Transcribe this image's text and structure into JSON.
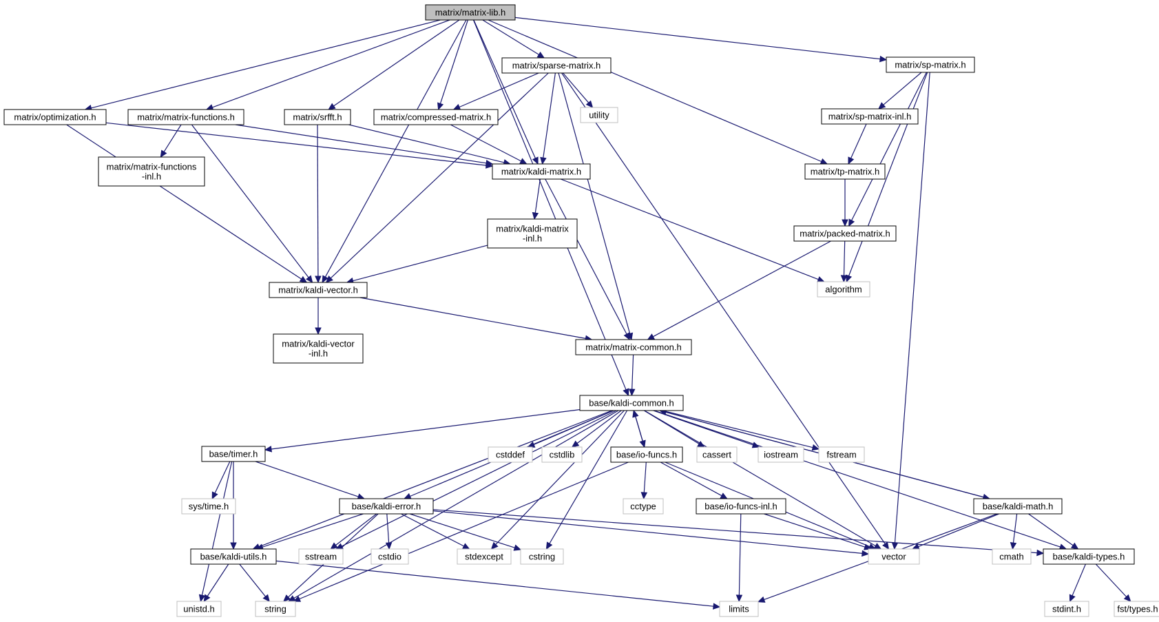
{
  "diagram": {
    "type": "include-dependency-graph",
    "colors": {
      "root_fill": "#bfbfbf",
      "node_fill": "#ffffff",
      "node_stroke": "#000000",
      "external_stroke": "#bfbfbf",
      "edge": "#191970"
    },
    "nodes": [
      {
        "id": "matrix_lib",
        "lines": [
          "matrix/matrix-lib.h"
        ],
        "kind": "root"
      },
      {
        "id": "sparse_matrix",
        "lines": [
          "matrix/sparse-matrix.h"
        ],
        "kind": "file"
      },
      {
        "id": "sp_matrix",
        "lines": [
          "matrix/sp-matrix.h"
        ],
        "kind": "file"
      },
      {
        "id": "optimization",
        "lines": [
          "matrix/optimization.h"
        ],
        "kind": "file"
      },
      {
        "id": "matrix_functions",
        "lines": [
          "matrix/matrix-functions.h"
        ],
        "kind": "file"
      },
      {
        "id": "srfft",
        "lines": [
          "matrix/srfft.h"
        ],
        "kind": "file"
      },
      {
        "id": "compressed_matrix",
        "lines": [
          "matrix/compressed-matrix.h"
        ],
        "kind": "file"
      },
      {
        "id": "utility",
        "lines": [
          "utility"
        ],
        "kind": "external"
      },
      {
        "id": "sp_matrix_inl",
        "lines": [
          "matrix/sp-matrix-inl.h"
        ],
        "kind": "file"
      },
      {
        "id": "matrix_functions_inl",
        "lines": [
          "matrix/matrix-functions",
          "-inl.h"
        ],
        "kind": "file"
      },
      {
        "id": "kaldi_matrix",
        "lines": [
          "matrix/kaldi-matrix.h"
        ],
        "kind": "file"
      },
      {
        "id": "tp_matrix",
        "lines": [
          "matrix/tp-matrix.h"
        ],
        "kind": "file"
      },
      {
        "id": "kaldi_matrix_inl",
        "lines": [
          "matrix/kaldi-matrix",
          "-inl.h"
        ],
        "kind": "file"
      },
      {
        "id": "packed_matrix",
        "lines": [
          "matrix/packed-matrix.h"
        ],
        "kind": "file"
      },
      {
        "id": "kaldi_vector",
        "lines": [
          "matrix/kaldi-vector.h"
        ],
        "kind": "file"
      },
      {
        "id": "algorithm",
        "lines": [
          "algorithm"
        ],
        "kind": "external"
      },
      {
        "id": "kaldi_vector_inl",
        "lines": [
          "matrix/kaldi-vector",
          "-inl.h"
        ],
        "kind": "file"
      },
      {
        "id": "matrix_common",
        "lines": [
          "matrix/matrix-common.h"
        ],
        "kind": "file"
      },
      {
        "id": "kaldi_common",
        "lines": [
          "base/kaldi-common.h"
        ],
        "kind": "file"
      },
      {
        "id": "timer",
        "lines": [
          "base/timer.h"
        ],
        "kind": "file"
      },
      {
        "id": "cstddef",
        "lines": [
          "cstddef"
        ],
        "kind": "external"
      },
      {
        "id": "cstdlib",
        "lines": [
          "cstdlib"
        ],
        "kind": "external"
      },
      {
        "id": "io_funcs",
        "lines": [
          "base/io-funcs.h"
        ],
        "kind": "file"
      },
      {
        "id": "cassert",
        "lines": [
          "cassert"
        ],
        "kind": "external"
      },
      {
        "id": "iostream",
        "lines": [
          "iostream"
        ],
        "kind": "external"
      },
      {
        "id": "fstream",
        "lines": [
          "fstream"
        ],
        "kind": "external"
      },
      {
        "id": "cctype",
        "lines": [
          "cctype"
        ],
        "kind": "external"
      },
      {
        "id": "sys_time",
        "lines": [
          "sys/time.h"
        ],
        "kind": "external"
      },
      {
        "id": "kaldi_error",
        "lines": [
          "base/kaldi-error.h"
        ],
        "kind": "file"
      },
      {
        "id": "io_funcs_inl",
        "lines": [
          "base/io-funcs-inl.h"
        ],
        "kind": "file"
      },
      {
        "id": "kaldi_math",
        "lines": [
          "base/kaldi-math.h"
        ],
        "kind": "file"
      },
      {
        "id": "kaldi_utils",
        "lines": [
          "base/kaldi-utils.h"
        ],
        "kind": "file"
      },
      {
        "id": "sstream",
        "lines": [
          "sstream"
        ],
        "kind": "external"
      },
      {
        "id": "cstdio",
        "lines": [
          "cstdio"
        ],
        "kind": "external"
      },
      {
        "id": "stdexcept",
        "lines": [
          "stdexcept"
        ],
        "kind": "external"
      },
      {
        "id": "cstring",
        "lines": [
          "cstring"
        ],
        "kind": "external"
      },
      {
        "id": "vector",
        "lines": [
          "vector"
        ],
        "kind": "external"
      },
      {
        "id": "cmath",
        "lines": [
          "cmath"
        ],
        "kind": "external"
      },
      {
        "id": "kaldi_types",
        "lines": [
          "base/kaldi-types.h"
        ],
        "kind": "file"
      },
      {
        "id": "unistd",
        "lines": [
          "unistd.h"
        ],
        "kind": "external"
      },
      {
        "id": "string",
        "lines": [
          "string"
        ],
        "kind": "external"
      },
      {
        "id": "limits",
        "lines": [
          "limits"
        ],
        "kind": "external"
      },
      {
        "id": "stdint",
        "lines": [
          "stdint.h"
        ],
        "kind": "external"
      },
      {
        "id": "fst_types",
        "lines": [
          "fst/types.h"
        ],
        "kind": "external"
      }
    ],
    "edges": [
      [
        "matrix_lib",
        "sparse_matrix"
      ],
      [
        "matrix_lib",
        "sp_matrix"
      ],
      [
        "matrix_lib",
        "optimization"
      ],
      [
        "matrix_lib",
        "matrix_functions"
      ],
      [
        "matrix_lib",
        "srfft"
      ],
      [
        "matrix_lib",
        "compressed_matrix"
      ],
      [
        "matrix_lib",
        "kaldi_matrix"
      ],
      [
        "matrix_lib",
        "tp_matrix"
      ],
      [
        "matrix_lib",
        "kaldi_vector"
      ],
      [
        "matrix_lib",
        "kaldi_common"
      ],
      [
        "sparse_matrix",
        "compressed_matrix"
      ],
      [
        "sparse_matrix",
        "utility"
      ],
      [
        "sparse_matrix",
        "kaldi_matrix"
      ],
      [
        "sparse_matrix",
        "kaldi_vector"
      ],
      [
        "sparse_matrix",
        "matrix_common"
      ],
      [
        "sparse_matrix",
        "vector"
      ],
      [
        "sp_matrix",
        "sp_matrix_inl"
      ],
      [
        "sp_matrix",
        "packed_matrix"
      ],
      [
        "sp_matrix",
        "algorithm"
      ],
      [
        "sp_matrix",
        "vector"
      ],
      [
        "optimization",
        "kaldi_matrix"
      ],
      [
        "optimization",
        "kaldi_vector"
      ],
      [
        "matrix_functions",
        "matrix_functions_inl"
      ],
      [
        "matrix_functions",
        "kaldi_matrix"
      ],
      [
        "matrix_functions",
        "kaldi_vector"
      ],
      [
        "srfft",
        "kaldi_matrix"
      ],
      [
        "srfft",
        "kaldi_vector"
      ],
      [
        "compressed_matrix",
        "kaldi_matrix"
      ],
      [
        "sp_matrix_inl",
        "tp_matrix"
      ],
      [
        "kaldi_matrix",
        "kaldi_matrix_inl"
      ],
      [
        "kaldi_matrix",
        "matrix_common"
      ],
      [
        "kaldi_matrix",
        "algorithm"
      ],
      [
        "tp_matrix",
        "packed_matrix"
      ],
      [
        "kaldi_matrix_inl",
        "kaldi_vector"
      ],
      [
        "packed_matrix",
        "algorithm"
      ],
      [
        "packed_matrix",
        "matrix_common"
      ],
      [
        "kaldi_vector",
        "kaldi_vector_inl"
      ],
      [
        "kaldi_vector",
        "matrix_common"
      ],
      [
        "matrix_common",
        "kaldi_common"
      ],
      [
        "kaldi_common",
        "timer"
      ],
      [
        "kaldi_common",
        "cstddef"
      ],
      [
        "kaldi_common",
        "cstdlib"
      ],
      [
        "kaldi_common",
        "io_funcs"
      ],
      [
        "kaldi_common",
        "cassert"
      ],
      [
        "kaldi_common",
        "iostream"
      ],
      [
        "kaldi_common",
        "fstream"
      ],
      [
        "kaldi_common",
        "kaldi_error"
      ],
      [
        "kaldi_common",
        "kaldi_math"
      ],
      [
        "kaldi_common",
        "kaldi_utils"
      ],
      [
        "kaldi_common",
        "sstream"
      ],
      [
        "kaldi_common",
        "stdexcept"
      ],
      [
        "kaldi_common",
        "cstring"
      ],
      [
        "kaldi_common",
        "vector"
      ],
      [
        "kaldi_common",
        "kaldi_types"
      ],
      [
        "kaldi_common",
        "string"
      ],
      [
        "io_funcs",
        "kaldi_common"
      ],
      [
        "io_funcs",
        "cctype"
      ],
      [
        "io_funcs",
        "io_funcs_inl"
      ],
      [
        "io_funcs",
        "vector"
      ],
      [
        "io_funcs",
        "string"
      ],
      [
        "kaldi_math",
        "kaldi_common"
      ],
      [
        "kaldi_math",
        "cmath"
      ],
      [
        "kaldi_math",
        "kaldi_types"
      ],
      [
        "kaldi_math",
        "vector"
      ],
      [
        "kaldi_math",
        "limits"
      ],
      [
        "timer",
        "sys_time"
      ],
      [
        "timer",
        "kaldi_error"
      ],
      [
        "timer",
        "kaldi_utils"
      ],
      [
        "timer",
        "unistd"
      ],
      [
        "kaldi_error",
        "kaldi_utils"
      ],
      [
        "kaldi_error",
        "sstream"
      ],
      [
        "kaldi_error",
        "cstdio"
      ],
      [
        "kaldi_error",
        "stdexcept"
      ],
      [
        "kaldi_error",
        "cstring"
      ],
      [
        "kaldi_error",
        "vector"
      ],
      [
        "kaldi_error",
        "kaldi_types"
      ],
      [
        "kaldi_error",
        "string"
      ],
      [
        "io_funcs_inl",
        "limits"
      ],
      [
        "io_funcs_inl",
        "vector"
      ],
      [
        "kaldi_utils",
        "unistd"
      ],
      [
        "kaldi_utils",
        "string"
      ],
      [
        "kaldi_utils",
        "limits"
      ],
      [
        "kaldi_types",
        "stdint"
      ],
      [
        "kaldi_types",
        "fst_types"
      ]
    ]
  }
}
